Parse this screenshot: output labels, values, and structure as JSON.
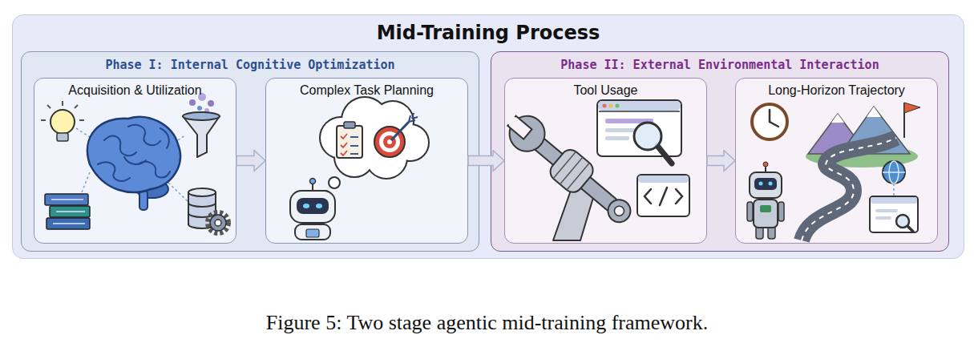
{
  "diagram": {
    "nodes": [
      {
        "text": [
          "Mid-Training Process"
        ]
      },
      {
        "text": [
          "Phase I: Internal Cognitive Optimization"
        ],
        "in": 0
      },
      {
        "text": [
          "Acquisition & Utilization"
        ],
        "in": 1
      },
      {
        "text": [
          "Complex Task Planning"
        ],
        "in": 1
      },
      {
        "text": [
          "Phase II: External Environmental Interaction"
        ],
        "in": 0
      },
      {
        "text": [
          "Tool Usage"
        ],
        "in": 4
      },
      {
        "text": [
          "Long-Horizon Trajectory"
        ],
        "in": 4
      }
    ],
    "edges": [
      {
        "from": 2,
        "to": 3,
        "arrow": "to"
      },
      {
        "from": 3,
        "to": 5,
        "arrow": "to"
      },
      {
        "from": 5,
        "to": 6,
        "arrow": "to"
      }
    ],
    "caption": "Figure 5: Two stage agentic mid-training framework."
  }
}
